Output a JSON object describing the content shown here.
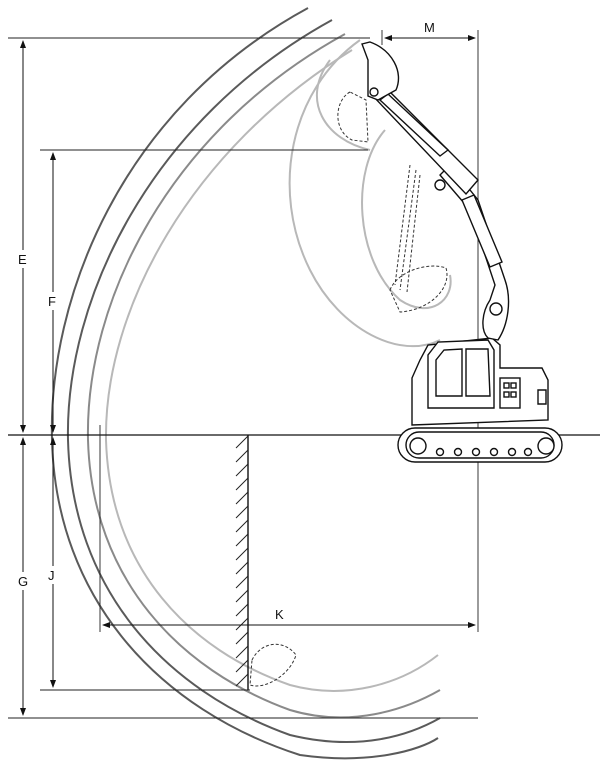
{
  "dimension_labels": {
    "E": "E",
    "F": "F",
    "G": "G",
    "J": "J",
    "K": "K",
    "M": "M"
  }
}
